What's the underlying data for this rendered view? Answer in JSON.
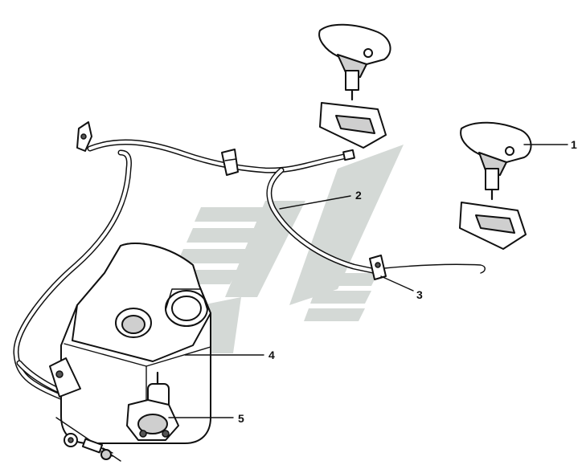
{
  "diagram": {
    "callouts": [
      {
        "id": "1",
        "label": "1",
        "part": "washer-nozzle"
      },
      {
        "id": "2",
        "label": "2",
        "part": "washer-hose"
      },
      {
        "id": "3",
        "label": "3",
        "part": "hose-clip"
      },
      {
        "id": "4",
        "label": "4",
        "part": "washer-reservoir"
      },
      {
        "id": "5",
        "label": "5",
        "part": "washer-pump"
      }
    ]
  }
}
